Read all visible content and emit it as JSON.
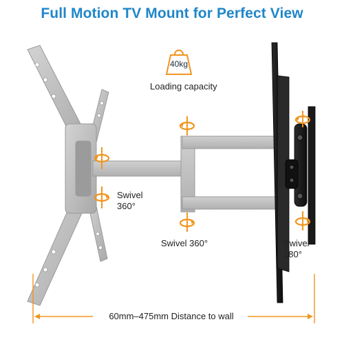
{
  "title": "Full Motion TV Mount for Perfect View",
  "weight": {
    "value": "40kg",
    "caption": "Loading capacity"
  },
  "labels": {
    "swivel_left_line1": "Swivel",
    "swivel_left_line2": "360°",
    "swivel_middle": "Swivel 360°",
    "swivel_right_line1": "Swivel",
    "swivel_right_line2": "180°"
  },
  "distance": "60mm–475mm Distance to wall",
  "colors": {
    "title": "#1f86c9",
    "accent": "#f0951e",
    "mount_gray": "#c8c8c8",
    "bracket_black": "#1e1e1e"
  },
  "icons": [
    "weight-icon",
    "rotation-arrow-icon"
  ]
}
